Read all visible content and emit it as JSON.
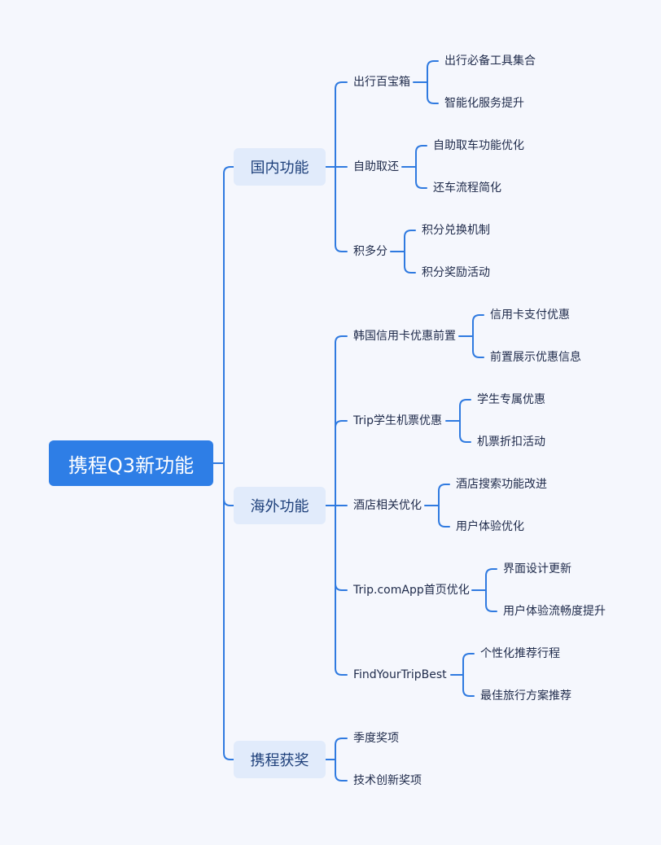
{
  "root": "携程Q3新功能",
  "branches": [
    {
      "label": "国内功能",
      "children": [
        {
          "label": "出行百宝箱",
          "children": [
            "出行必备工具集合",
            "智能化服务提升"
          ]
        },
        {
          "label": "自助取还",
          "children": [
            "自助取车功能优化",
            "还车流程简化"
          ]
        },
        {
          "label": "积多分",
          "children": [
            "积分兑换机制",
            "积分奖励活动"
          ]
        }
      ]
    },
    {
      "label": "海外功能",
      "children": [
        {
          "label": "韩国信用卡优惠前置",
          "children": [
            "信用卡支付优惠",
            "前置展示优惠信息"
          ]
        },
        {
          "label": "Trip学生机票优惠",
          "children": [
            "学生专属优惠",
            "机票折扣活动"
          ]
        },
        {
          "label": "酒店相关优化",
          "children": [
            "酒店搜索功能改进",
            "用户体验优化"
          ]
        },
        {
          "label": "Trip.comApp首页优化",
          "children": [
            "界面设计更新",
            "用户体验流畅度提升"
          ]
        },
        {
          "label": "FindYourTripBest",
          "children": [
            "个性化推荐行程",
            "最佳旅行方案推荐"
          ]
        }
      ]
    },
    {
      "label": "携程获奖",
      "children": [
        {
          "label": "季度奖项",
          "children": []
        },
        {
          "label": "技术创新奖项",
          "children": []
        }
      ]
    }
  ],
  "colors": {
    "line": "#2f7ae0",
    "root_bg": "#2e7ee6",
    "branch_bg": "#e1ebfb",
    "background": "#f5f7fd"
  }
}
